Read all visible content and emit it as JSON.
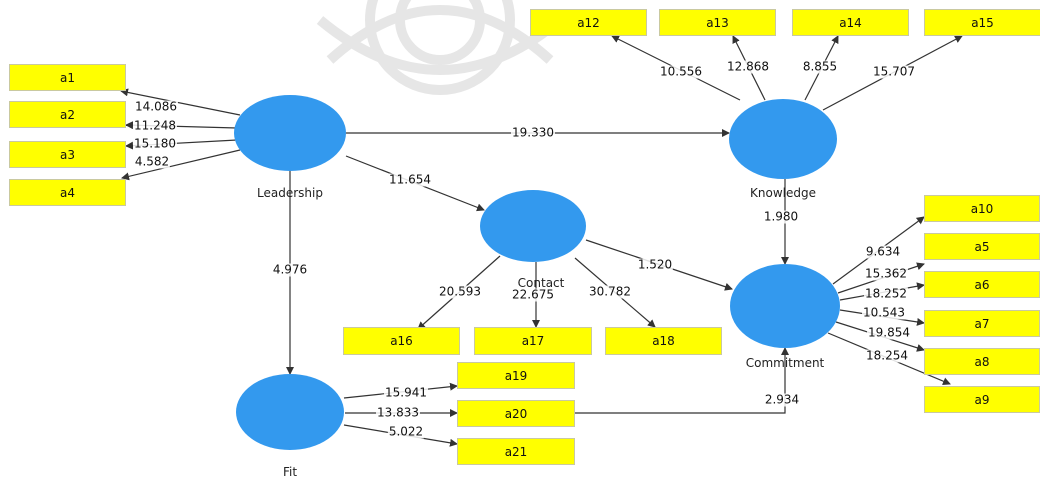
{
  "colors": {
    "construct": "#3399ee",
    "indicator": "#ffff00",
    "line": "#333333"
  },
  "constructs": [
    {
      "id": "leadership",
      "label": "Leadership"
    },
    {
      "id": "contact",
      "label": "Contact"
    },
    {
      "id": "knowledge",
      "label": "Knowledge"
    },
    {
      "id": "commitment",
      "label": "Commitment"
    },
    {
      "id": "fit",
      "label": "Fit"
    }
  ],
  "indicators": [
    {
      "id": "a1",
      "label": "a1"
    },
    {
      "id": "a2",
      "label": "a2"
    },
    {
      "id": "a3",
      "label": "a3"
    },
    {
      "id": "a4",
      "label": "a4"
    },
    {
      "id": "a5",
      "label": "a5"
    },
    {
      "id": "a6",
      "label": "a6"
    },
    {
      "id": "a7",
      "label": "a7"
    },
    {
      "id": "a8",
      "label": "a8"
    },
    {
      "id": "a9",
      "label": "a9"
    },
    {
      "id": "a10",
      "label": "a10"
    },
    {
      "id": "a12",
      "label": "a12"
    },
    {
      "id": "a13",
      "label": "a13"
    },
    {
      "id": "a14",
      "label": "a14"
    },
    {
      "id": "a15",
      "label": "a15"
    },
    {
      "id": "a16",
      "label": "a16"
    },
    {
      "id": "a17",
      "label": "a17"
    },
    {
      "id": "a18",
      "label": "a18"
    },
    {
      "id": "a19",
      "label": "a19"
    },
    {
      "id": "a20",
      "label": "a20"
    },
    {
      "id": "a21",
      "label": "a21"
    }
  ],
  "edges": [
    {
      "from": "leadership",
      "to": "a1",
      "value": "14.086"
    },
    {
      "from": "leadership",
      "to": "a2",
      "value": "11.248"
    },
    {
      "from": "leadership",
      "to": "a3",
      "value": "15.180"
    },
    {
      "from": "leadership",
      "to": "a4",
      "value": "4.582"
    },
    {
      "from": "leadership",
      "to": "knowledge",
      "value": "19.330"
    },
    {
      "from": "leadership",
      "to": "contact",
      "value": "11.654"
    },
    {
      "from": "leadership",
      "to": "fit",
      "value": "4.976"
    },
    {
      "from": "knowledge",
      "to": "a12",
      "value": "10.556"
    },
    {
      "from": "knowledge",
      "to": "a13",
      "value": "12.868"
    },
    {
      "from": "knowledge",
      "to": "a14",
      "value": "8.855"
    },
    {
      "from": "knowledge",
      "to": "a15",
      "value": "15.707"
    },
    {
      "from": "knowledge",
      "to": "commitment",
      "value": "1.980"
    },
    {
      "from": "contact",
      "to": "a16",
      "value": "20.593"
    },
    {
      "from": "contact",
      "to": "a17",
      "value": "22.675"
    },
    {
      "from": "contact",
      "to": "a18",
      "value": "30.782"
    },
    {
      "from": "contact",
      "to": "commitment",
      "value": "1.520"
    },
    {
      "from": "commitment",
      "to": "a10",
      "value": "9.634"
    },
    {
      "from": "commitment",
      "to": "a5",
      "value": "15.362"
    },
    {
      "from": "commitment",
      "to": "a6",
      "value": "18.252"
    },
    {
      "from": "commitment",
      "to": "a7",
      "value": "10.543"
    },
    {
      "from": "commitment",
      "to": "a8",
      "value": "19.854"
    },
    {
      "from": "commitment",
      "to": "a9",
      "value": "18.254"
    },
    {
      "from": "fit",
      "to": "a19",
      "value": "15.941"
    },
    {
      "from": "fit",
      "to": "a20",
      "value": "13.833"
    },
    {
      "from": "fit",
      "to": "a21",
      "value": "5.022"
    },
    {
      "from": "fit",
      "to": "commitment",
      "value": "2.934"
    }
  ]
}
